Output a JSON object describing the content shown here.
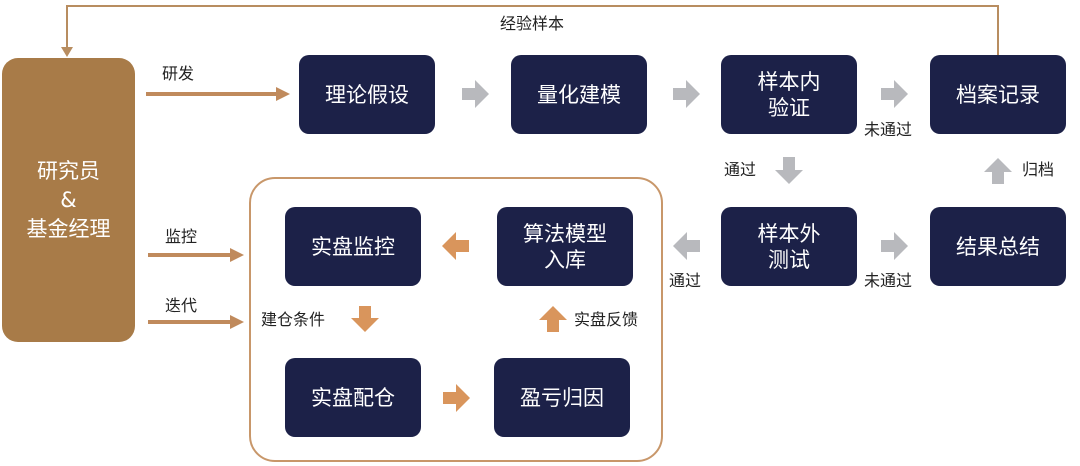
{
  "actor": {
    "label": "研究员\n&\n基金经理"
  },
  "nodes": {
    "hypothesis": "理论假设",
    "quant_model": "量化建模",
    "in_sample": "样本内\n验证",
    "archive": "档案记录",
    "out_sample": "样本外\n测试",
    "summary": "结果总结",
    "algo_store": "算法模型\n入库",
    "live_monitor": "实盘监控",
    "live_allocation": "实盘配仓",
    "pnl_attribution": "盈亏归因"
  },
  "edge_labels": {
    "experience_sample": "经验样本",
    "research": "研发",
    "monitor": "监控",
    "iterate": "迭代",
    "fail_in_sample": "未通过",
    "pass_in_sample": "通过",
    "archive_back": "归档",
    "pass_out_sample": "通过",
    "fail_out_sample": "未通过",
    "position_condition": "建仓条件",
    "live_feedback": "实盘反馈"
  },
  "colors": {
    "node_fill": "#1c2148",
    "actor_fill": "#a87b48",
    "orange_arrow": "#d9955c",
    "gray_arrow": "#b8b9bd",
    "line": "#b88d60",
    "frame": "#c8976a"
  }
}
